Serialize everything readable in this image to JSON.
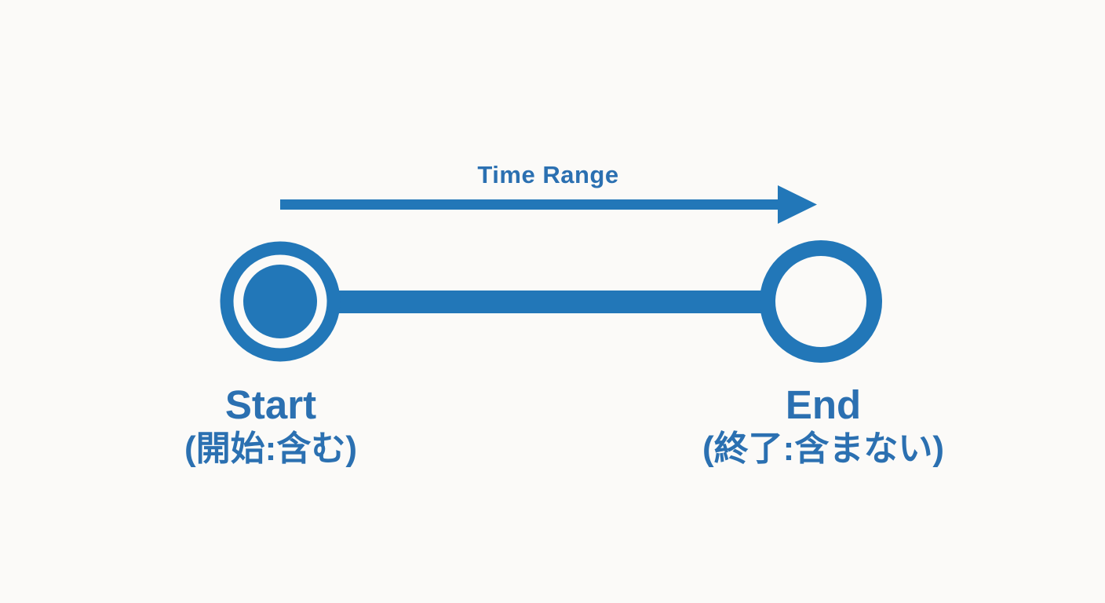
{
  "diagram": {
    "title": "Time Range",
    "start": {
      "label": "Start",
      "sublabel": "(開始:含む)"
    },
    "end": {
      "label": "End",
      "sublabel": "(終了:含まない)"
    },
    "colors": {
      "primary_blue": "#2277b8",
      "text_blue": "#2b70b1",
      "background": "#fbfaf8"
    }
  }
}
